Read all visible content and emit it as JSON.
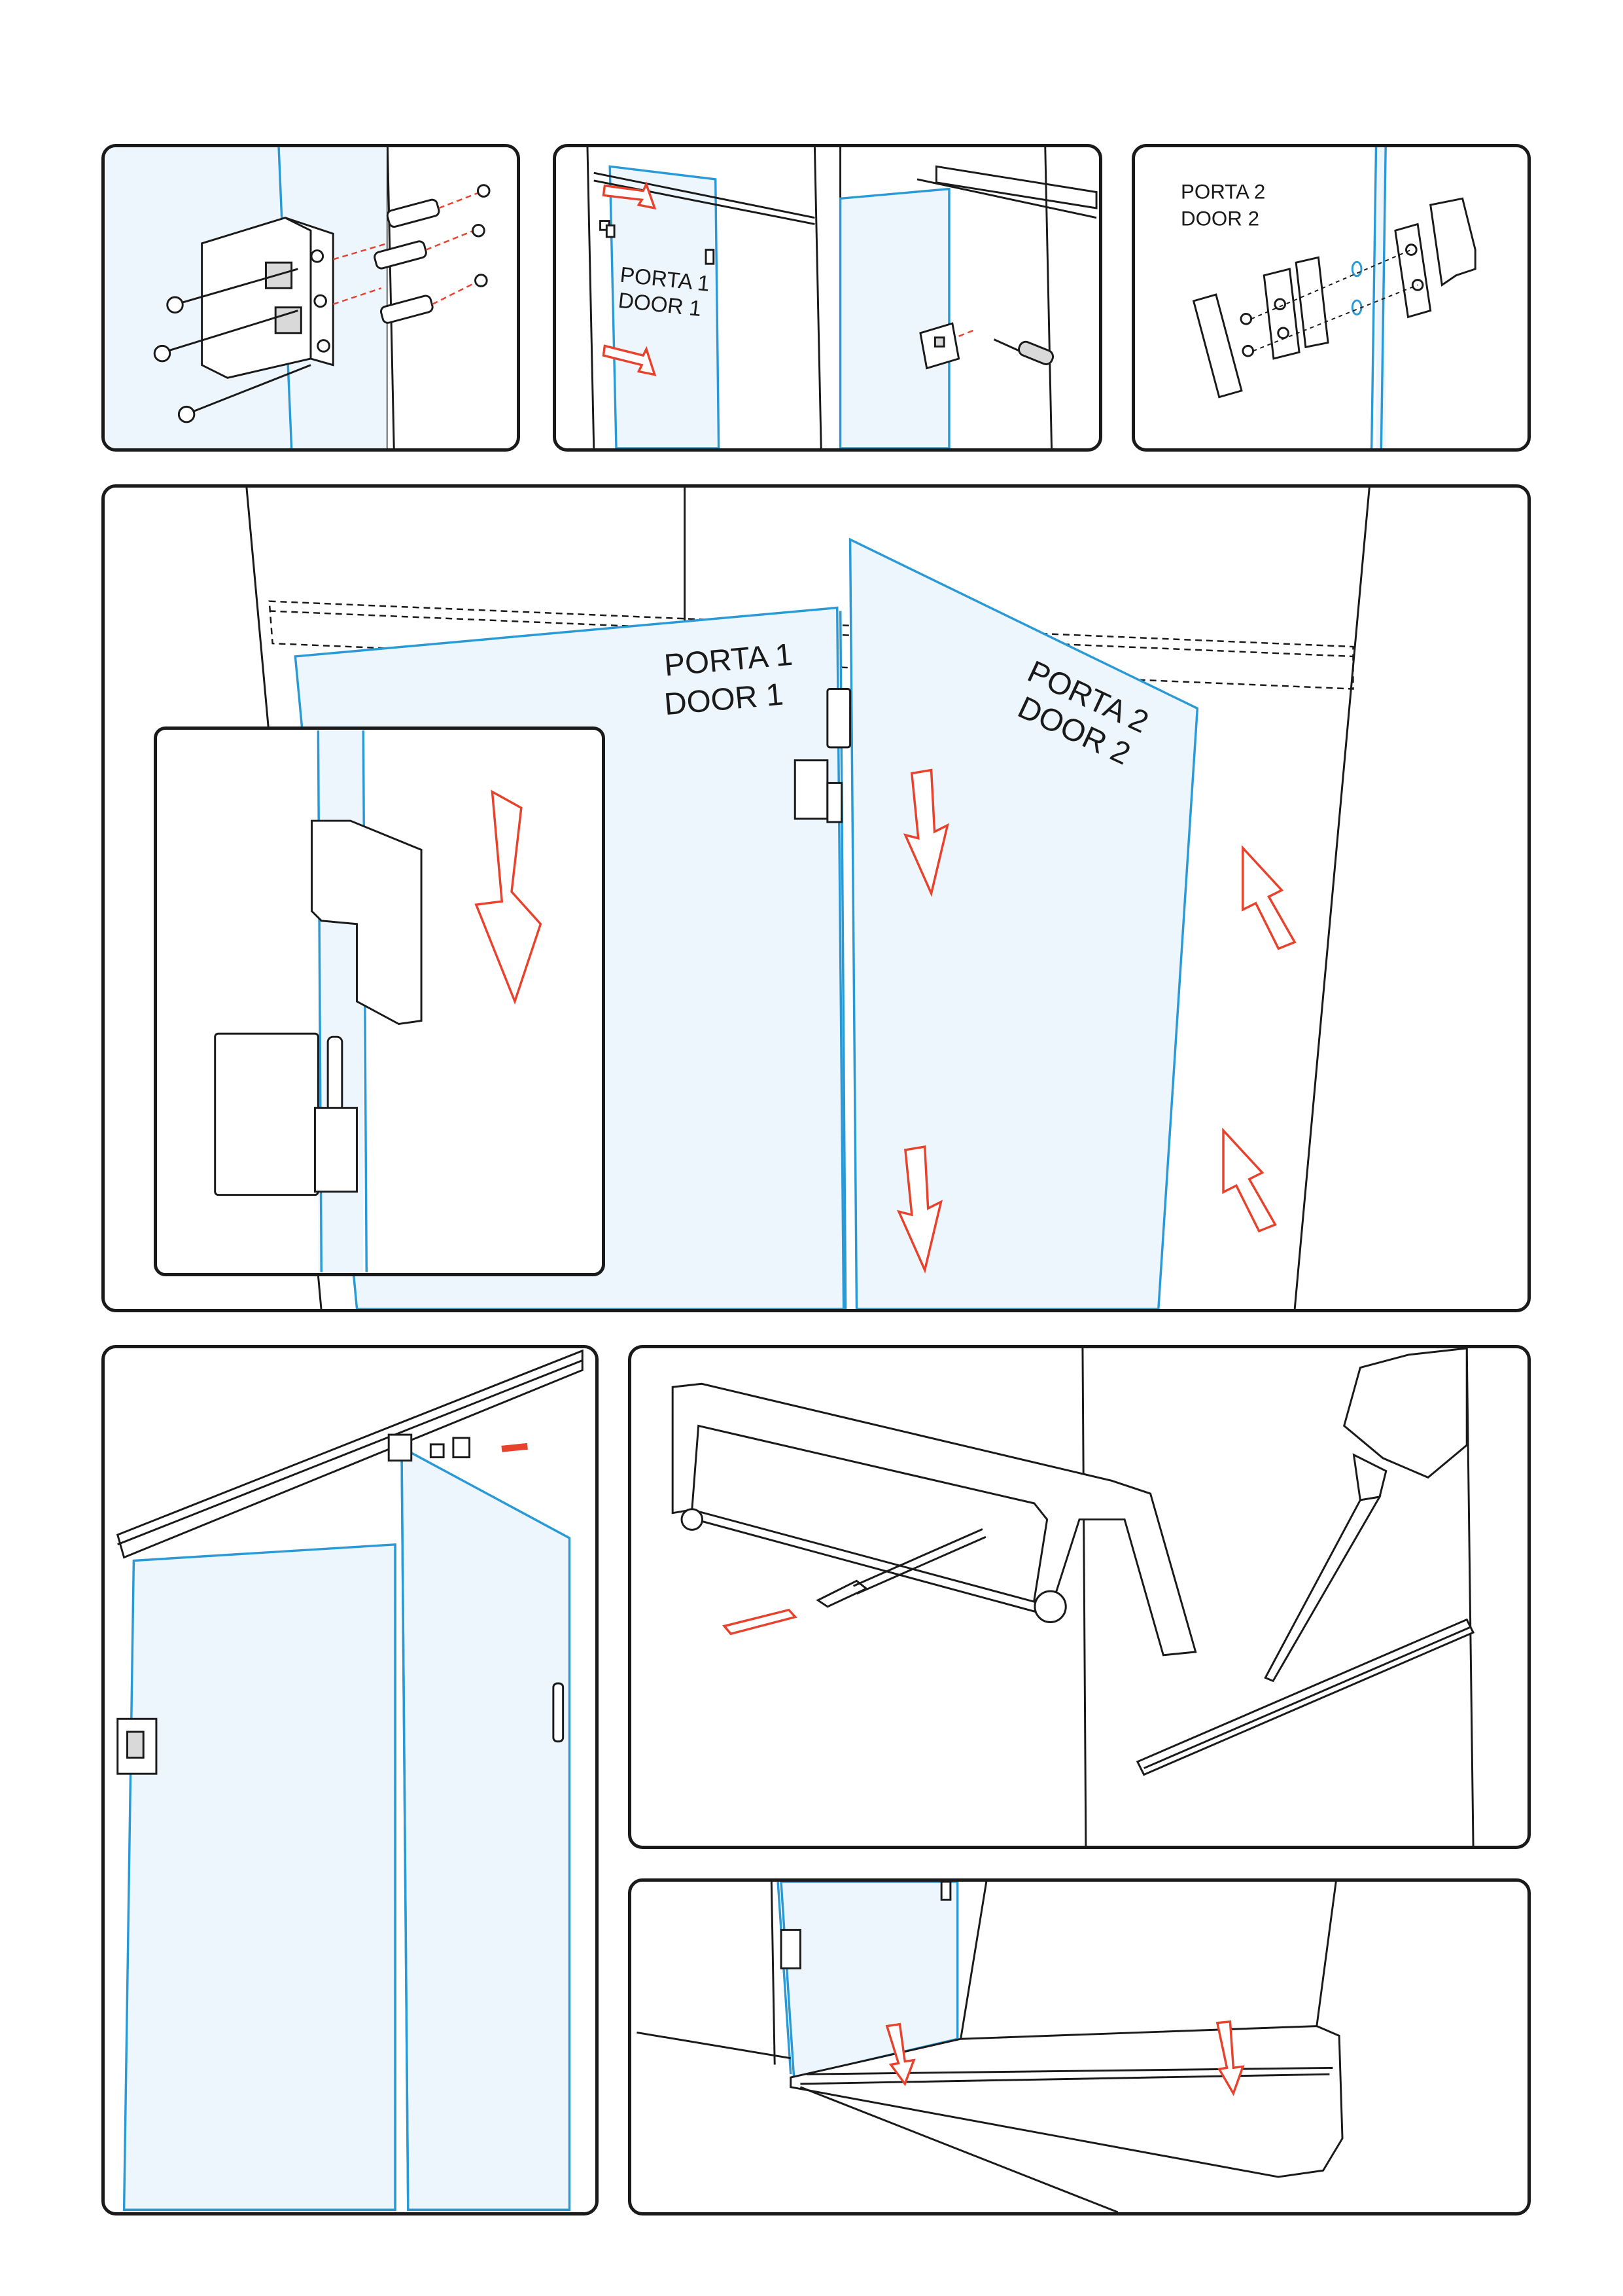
{
  "labels": {
    "door1_pt": "PORTA 1",
    "door1_en": "DOOR 1",
    "door2_pt": "PORTA 2",
    "door2_en": "DOOR 2"
  },
  "colors": {
    "glass_edge": "#2a9ad6",
    "glass_fill": "#eef6fd",
    "arrow": "#e8412c",
    "outline": "#1a1a1a"
  },
  "icons": [
    "screw-icon",
    "wall-plug-icon",
    "screwdriver-icon",
    "hinge-icon",
    "hacksaw-icon",
    "sealant-tube-icon",
    "arrow-icon"
  ]
}
